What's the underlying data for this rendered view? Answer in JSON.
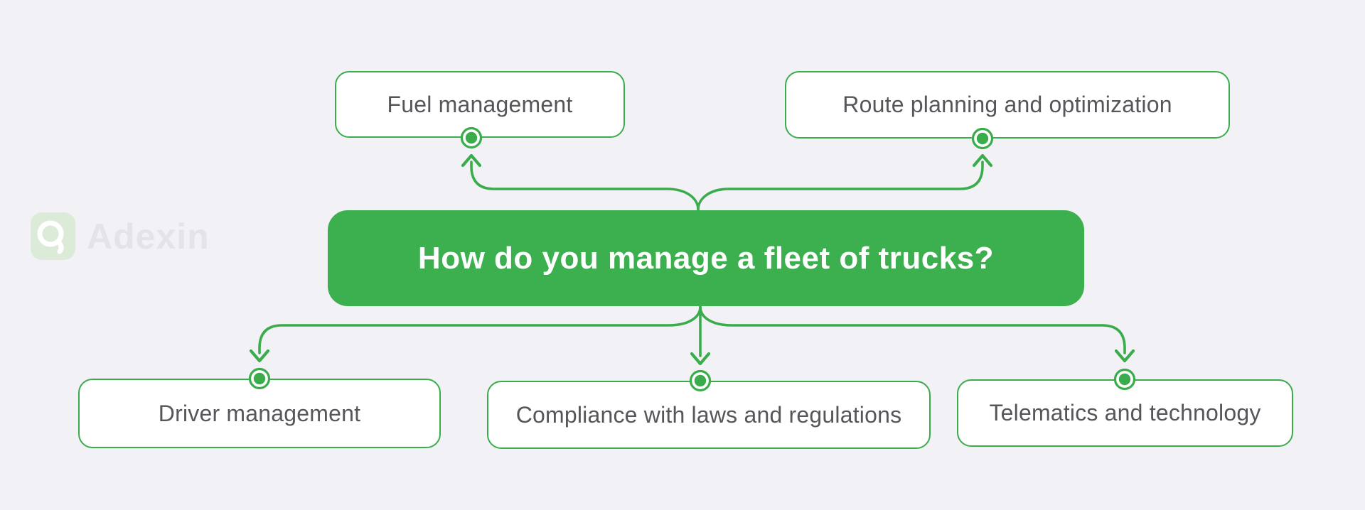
{
  "brand": {
    "name": "Adexin",
    "logo_icon": "adexin-magnifier-icon"
  },
  "diagram": {
    "center": {
      "label": "How do you manage a fleet of trucks?"
    },
    "nodes": {
      "fuel": {
        "label": "Fuel management"
      },
      "route": {
        "label": "Route planning and optimization"
      },
      "driver": {
        "label": "Driver management"
      },
      "compliance": {
        "label": "Compliance with laws and regulations"
      },
      "telematics": {
        "label": "Telematics and technology"
      }
    },
    "edges": [
      {
        "from": "center",
        "to": "fuel",
        "direction": "up"
      },
      {
        "from": "center",
        "to": "route",
        "direction": "up"
      },
      {
        "from": "center",
        "to": "driver",
        "direction": "down"
      },
      {
        "from": "center",
        "to": "compliance",
        "direction": "down"
      },
      {
        "from": "center",
        "to": "telematics",
        "direction": "down"
      }
    ]
  },
  "colors": {
    "green": "#3AAC4C",
    "center_fill": "#3CB04E",
    "background": "#F2F1F6",
    "node_fill": "#FFFFFF",
    "node_text": "#55565A",
    "center_text": "#FFFFFF",
    "watermark_badge": "#DCEBD8",
    "watermark_glyph": "#FFFFFF",
    "watermark_text": "#E4E3EA"
  }
}
